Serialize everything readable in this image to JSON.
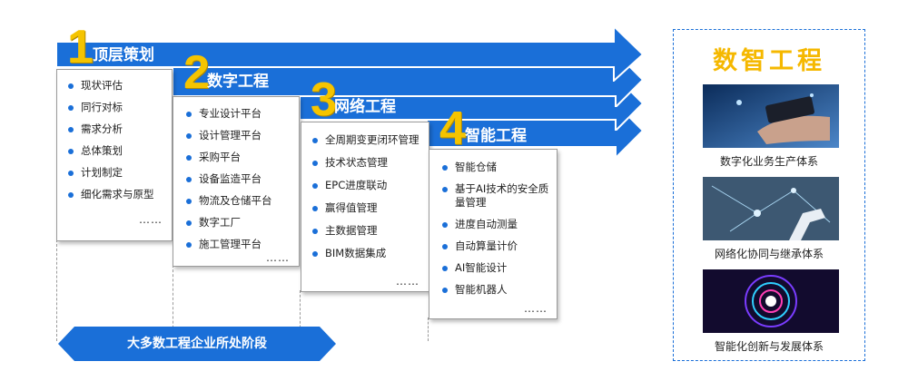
{
  "stages": [
    {
      "number": "1",
      "title": "顶层策划",
      "items": [
        "现状评估",
        "同行对标",
        "需求分析",
        "总体策划",
        "计划制定",
        "细化需求与原型"
      ],
      "ellipsis": "……"
    },
    {
      "number": "2",
      "title": "数字工程",
      "items": [
        "专业设计平台",
        "设计管理平台",
        "采购平台",
        "设备监造平台",
        "物流及仓储平台",
        "数字工厂",
        "施工管理平台"
      ],
      "ellipsis": "……"
    },
    {
      "number": "3",
      "title": "网络工程",
      "items": [
        "全周期变更闭环管理",
        "技术状态管理",
        "EPC进度联动",
        "赢得值管理",
        "主数据管理",
        "BIM数据集成"
      ],
      "ellipsis": "……"
    },
    {
      "number": "4",
      "title": "智能工程",
      "items": [
        "智能仓储",
        "基于AI技术的安全质量管理",
        "进度自动测量",
        "自动算量计价",
        "AI智能设计",
        "智能机器人"
      ],
      "ellipsis": "……"
    }
  ],
  "bottom_label": "大多数工程企业所处阶段",
  "panel": {
    "title": "数智工程",
    "entries": [
      {
        "caption": "数字化业务生产体系",
        "image": "hand-phone-image"
      },
      {
        "caption": "网络化协同与继承体系",
        "image": "robot-arm-image"
      },
      {
        "caption": "智能化创新与发展体系",
        "image": "digital-eye-image"
      }
    ]
  },
  "colors": {
    "arrow": "#1a6fd8",
    "number": "#f5c400",
    "panel_title": "#f5b800",
    "bullet": "#1a6fd8"
  }
}
